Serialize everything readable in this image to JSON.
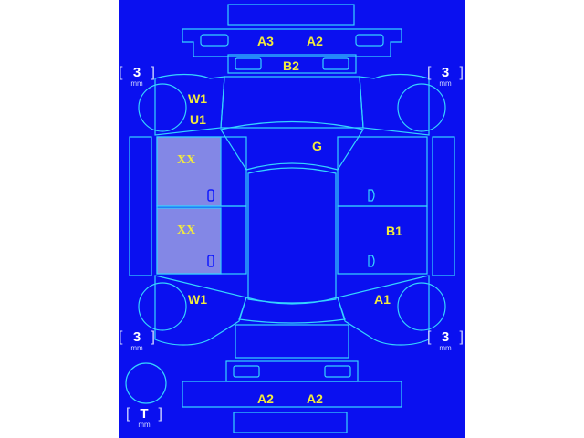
{
  "diagram": {
    "colors": {
      "background": "#0a10f0",
      "line": "#35d4ff",
      "label": "#f3ec3c",
      "tire_text": "#ffffff",
      "highlight": "#8a8ee6"
    },
    "labels": {
      "front_bumper_left": "A3",
      "front_bumper_right": "A2",
      "bonnet": "B2",
      "front_left_fender_1": "W1",
      "front_left_fender_2": "U1",
      "windshield": "G",
      "front_left_door": "XX",
      "rear_left_door": "XX",
      "right_side": "B1",
      "rear_left_quarter": "W1",
      "rear_right_quarter": "A1",
      "rear_bumper_left": "A2",
      "rear_bumper_right": "A2"
    },
    "tires": {
      "front_left": {
        "value": "3",
        "unit": "mm"
      },
      "front_right": {
        "value": "3",
        "unit": "mm"
      },
      "rear_left": {
        "value": "3",
        "unit": "mm"
      },
      "rear_right": {
        "value": "3",
        "unit": "mm"
      },
      "spare": {
        "value": "T",
        "unit": "mm"
      }
    }
  }
}
